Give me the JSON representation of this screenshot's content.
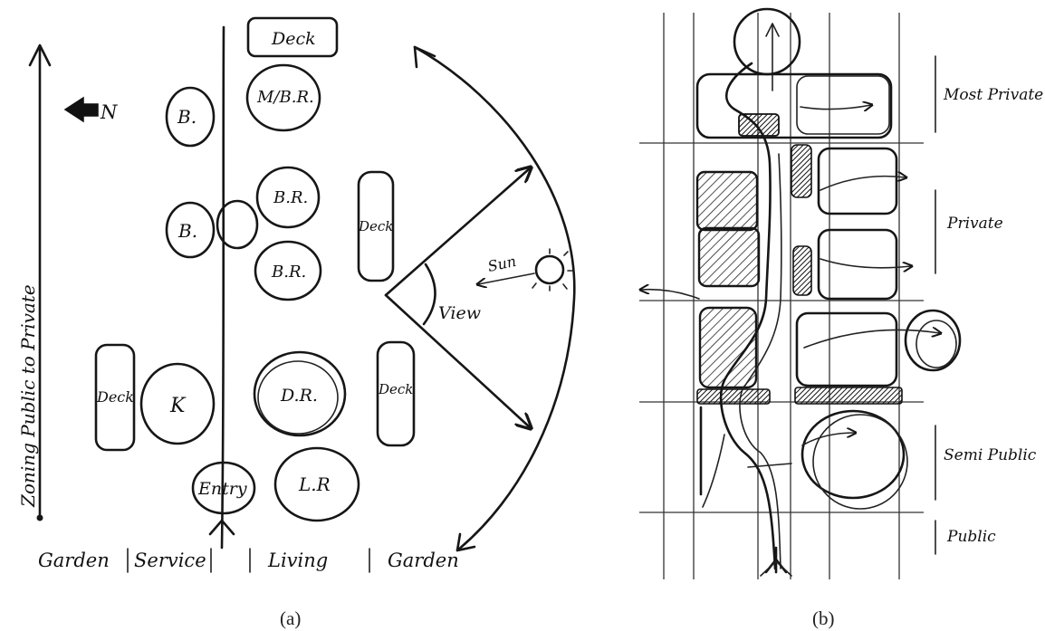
{
  "panel_a": {
    "caption": "(a)",
    "north_label": "N",
    "axis_label": "Zoning Public to Private",
    "rooms": {
      "deck_top": "Deck",
      "master_bedroom": "M/B.R.",
      "bath_1": "B.",
      "bath_2": "B.",
      "bedroom_1": "B.R.",
      "bedroom_2": "B.R.",
      "deck_right": "Deck",
      "deck_left": "Deck",
      "kitchen": "K",
      "dining_room": "D.R.",
      "deck_lower_right": "Deck",
      "entry": "Entry",
      "living_room": "L.R"
    },
    "sun_label": "Sun",
    "view_label": "View",
    "bottom_labels": {
      "garden_left": "Garden",
      "service": "Service",
      "living": "Living",
      "garden_right": "Garden"
    }
  },
  "panel_b": {
    "caption": "(b)",
    "zones": {
      "most_private": "Most Private",
      "private": "Private",
      "semi_public": "Semi Public",
      "public": "Public"
    }
  },
  "colors": {
    "ink": "#161616",
    "paper": "#ffffff"
  }
}
